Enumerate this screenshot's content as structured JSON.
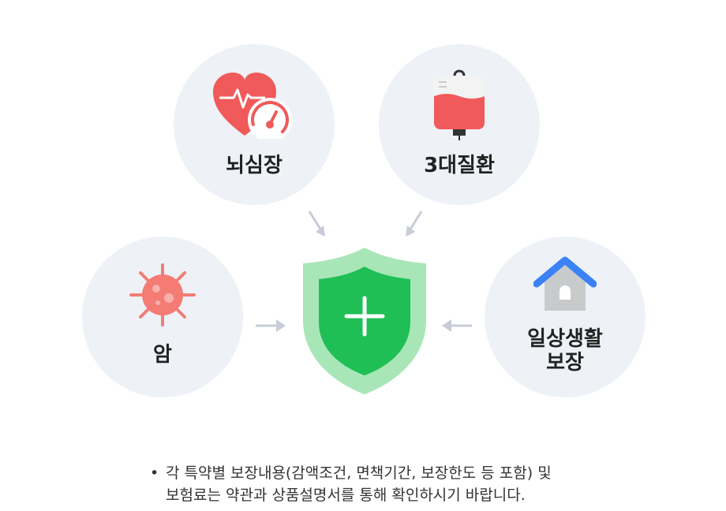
{
  "items": {
    "heart": {
      "label": "뇌심장",
      "icon": "heart-gauge-icon",
      "color": "#f05a5a"
    },
    "blood": {
      "label": "3대질환",
      "icon": "blood-bag-icon",
      "color": "#f05a5a"
    },
    "cancer": {
      "label": "암",
      "icon": "virus-icon",
      "color": "#f47c74"
    },
    "daily": {
      "line1": "일상생활",
      "line2": "보장",
      "icon": "house-icon",
      "roof_color": "#3b82f6"
    }
  },
  "center": {
    "icon": "shield-plus-icon",
    "color": "#1fbf55",
    "outer_color": "#a8e6b8"
  },
  "note": {
    "bullet": "•",
    "line1": "각 특약별 보장내용(감액조건, 면책기간, 보장한도 등 포함) 및",
    "line2": "보험료는 약관과 상품설명서를 통해 확인하시기 바랍니다."
  }
}
